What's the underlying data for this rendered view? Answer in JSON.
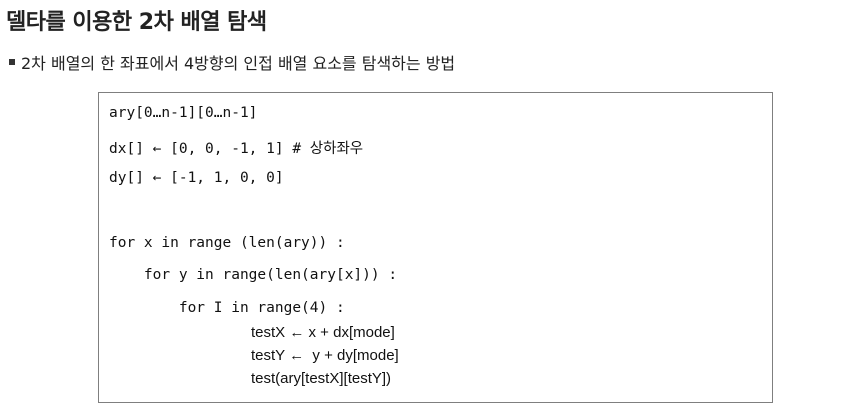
{
  "heading": {
    "title": "델타를 이용한 2차 배열 탐색"
  },
  "description": {
    "text": "2차 배열의 한 좌표에서 4방향의 인접 배열 요소를 탐색하는 방법"
  },
  "code": {
    "lines": [
      "ary[0…n-1][0…n-1]",
      "dx[] ← [0, 0, -1, 1] # 상하좌우",
      "dy[] ← [-1, 1, 0, 0]",
      "for x in range (len(ary)) :",
      "    for y in range(len(ary[x])) :",
      "        for I in range(4) :",
      "testX ← x + dx[mode]",
      "testY ←  y + dy[mode]",
      "test(ary[testX][testY])"
    ]
  }
}
